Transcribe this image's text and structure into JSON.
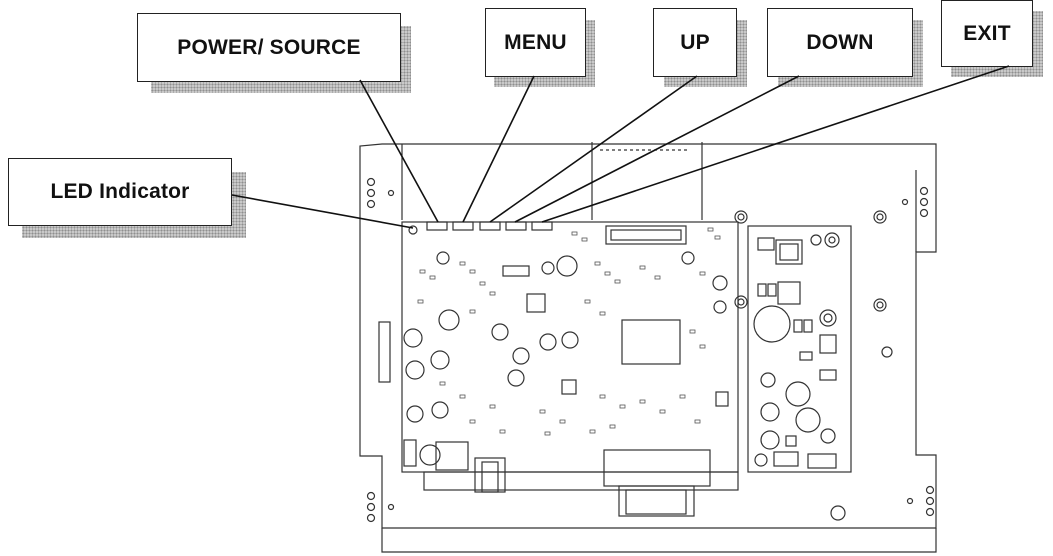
{
  "callouts": {
    "power_source": "POWER/ SOURCE",
    "menu": "MENU",
    "up": "UP",
    "down": "DOWN",
    "exit": "EXIT",
    "led": "LED Indicator"
  },
  "colors": {
    "line": "#222222",
    "shadow": "#c9c9c9",
    "background": "#ffffff"
  }
}
